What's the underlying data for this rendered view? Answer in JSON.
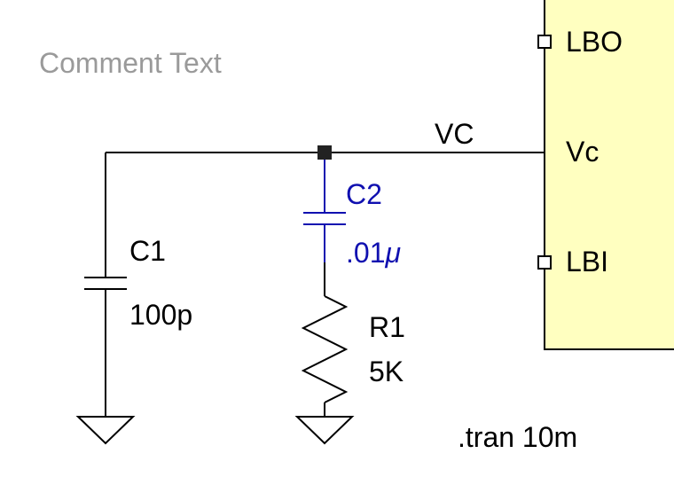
{
  "comment": "Comment Text",
  "net_label": "VC",
  "directive": ".tran 10m",
  "components": {
    "c1": {
      "ref": "C1",
      "value": "100p"
    },
    "c2": {
      "ref": "C2",
      "value_prefix": ".01",
      "value_unit": "μ"
    },
    "r1": {
      "ref": "R1",
      "value": "5K"
    }
  },
  "ic": {
    "pins": {
      "lbo": "LBO",
      "vc": "Vc",
      "lbi": "LBI"
    }
  },
  "colors": {
    "ic_fill": "#ffffc0",
    "selected_component": "#1010b0",
    "comment_text": "#9a9a9a",
    "wire": "#000000"
  }
}
